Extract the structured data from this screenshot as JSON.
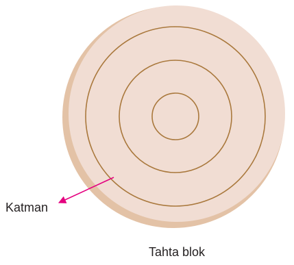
{
  "diagram": {
    "caption": "Tahta blok",
    "callout_label": "Katman",
    "ring_count": 4
  },
  "colors": {
    "wood_fill": "#f1ddd3",
    "edge_shadow": "#e3c2a6",
    "ring_stroke": "#a9783c",
    "arrow": "#e4007f",
    "text": "#231f20"
  }
}
